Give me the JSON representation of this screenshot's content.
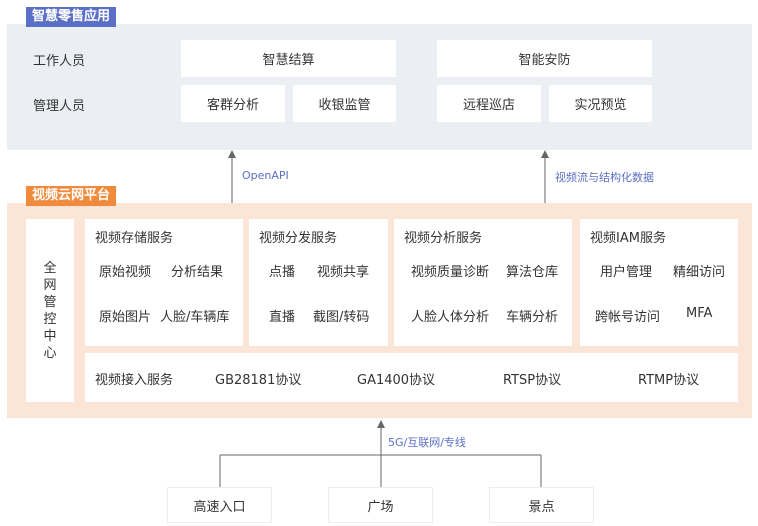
{
  "top_section": {
    "tag": "智慧零售应用",
    "rows": [
      "工作人员",
      "管理人员"
    ],
    "boxes": {
      "smart_checkout": "智慧结算",
      "smart_security": "智能安防",
      "customer_analysis": "客群分析",
      "cashier_monitor": "收银监管",
      "remote_patrol": "远程巡店",
      "live_preview": "实况预览"
    }
  },
  "arrows": {
    "left_label": "OpenAPI",
    "right_label": "视频流与结构化数据",
    "bottom_label": "5G/互联网/专线"
  },
  "platform": {
    "tag": "视频云网平台",
    "control_center": "全网管控中心",
    "storage": {
      "title": "视频存储服务",
      "items": [
        "原始视频",
        "分析结果",
        "原始图片",
        "人脸/车辆库"
      ]
    },
    "distribution": {
      "title": "视频分发服务",
      "items": [
        "点播",
        "视频共享",
        "直播",
        "截图/转码"
      ]
    },
    "analysis": {
      "title": "视频分析服务",
      "items": [
        "视频质量诊断",
        "算法仓库",
        "人脸人体分析",
        "车辆分析"
      ]
    },
    "iam": {
      "title": "视频IAM服务",
      "items": [
        "用户管理",
        "精细访问",
        "跨帐号访问",
        "MFA"
      ]
    },
    "access": {
      "title": "视频接入服务",
      "protocols": [
        "GB28181协议",
        "GA1400协议",
        "RTSP协议",
        "RTMP协议"
      ]
    }
  },
  "sources": [
    "高速入口",
    "广场",
    "景点"
  ]
}
